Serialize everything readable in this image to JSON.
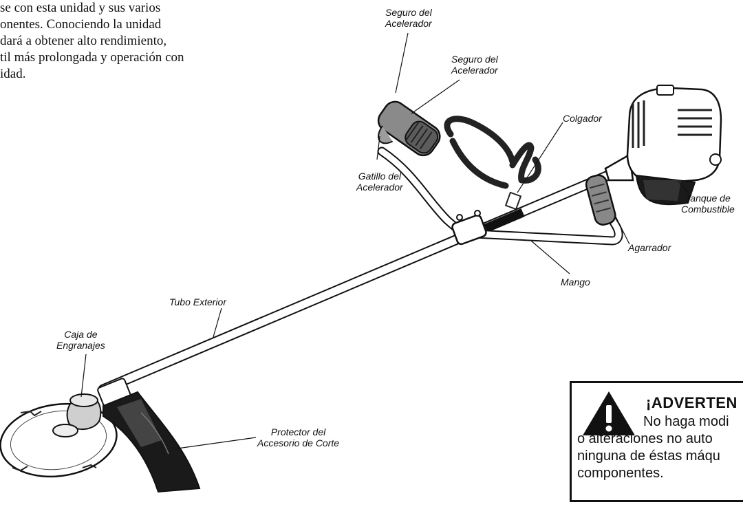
{
  "intro": {
    "lines": [
      "se con esta unidad y sus varios",
      "onentes.  Conociendo la unidad",
      "dará a obtener alto rendimiento,",
      "til más prolongada y operación con",
      "idad."
    ]
  },
  "labels": {
    "seguro_acelerador_top": [
      "Seguro del",
      "Acelerador"
    ],
    "seguro_acelerador_mid": [
      "Seguro del",
      "Acelerador"
    ],
    "gatillo_acelerador": [
      "Gatillo del",
      "Acelerador"
    ],
    "colgador": "Colgador",
    "tanque_combustible": [
      "Tanque de",
      "Combustible"
    ],
    "agarrador": "Agarrador",
    "mango": "Mango",
    "tubo_exterior": "Tubo Exterior",
    "caja_engranajes": [
      "Caja de",
      "Engranajes"
    ],
    "protector_accesorio": [
      "Protector del",
      "Accesorio de Corte"
    ]
  },
  "warning": {
    "title": "¡ADVERTEN",
    "lines": [
      "No haga modi",
      "o alteraciones  no auto",
      "ninguna de éstas máqu",
      "componentes."
    ]
  }
}
